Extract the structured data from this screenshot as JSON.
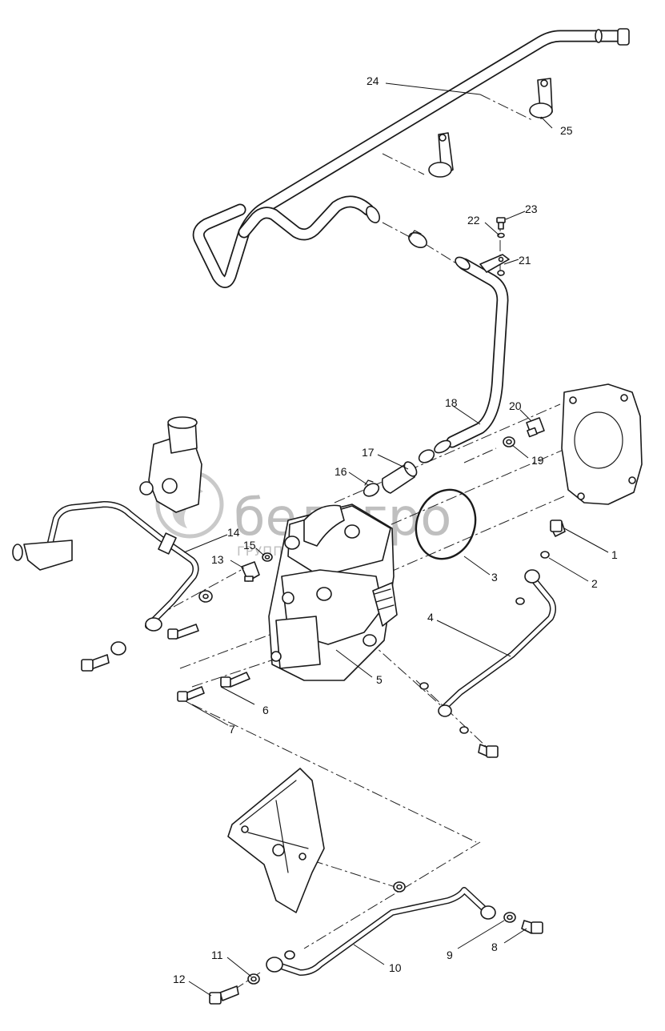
{
  "watermark": {
    "brand": "белагро",
    "tagline": "ГРУППА КОМПАНИЙ"
  },
  "callouts": [
    "1",
    "2",
    "3",
    "4",
    "5",
    "6",
    "7",
    "8",
    "9",
    "10",
    "11",
    "12",
    "13",
    "14",
    "15",
    "16",
    "17",
    "18",
    "19",
    "20",
    "21",
    "22",
    "23",
    "24",
    "25"
  ]
}
